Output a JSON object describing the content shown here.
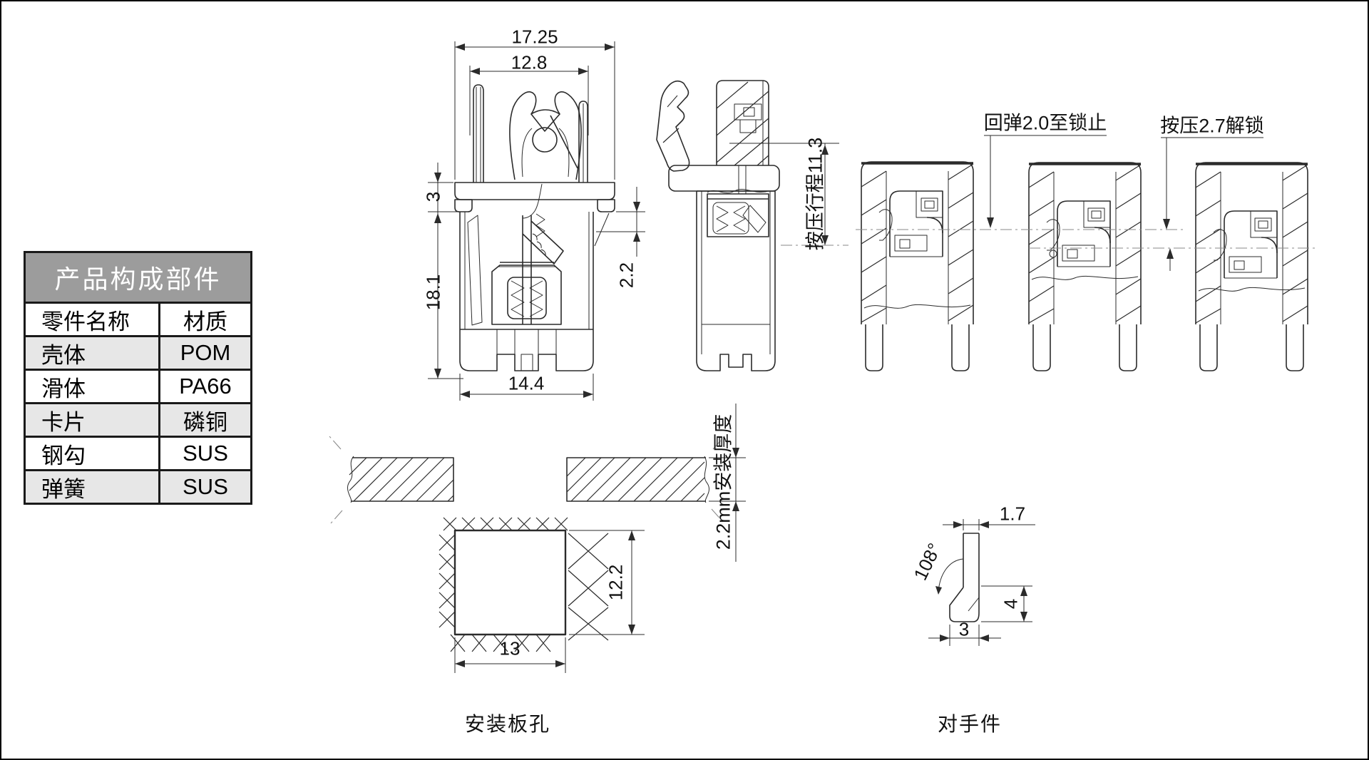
{
  "colors": {
    "line": "#2b2b2b",
    "table_header_bg": "#9c9c9c",
    "table_alt_row": "#e7e7e7"
  },
  "parts_table": {
    "title": "产品构成部件",
    "col_part": "零件名称",
    "col_material": "材质",
    "rows": [
      {
        "part": "壳体",
        "material": "POM"
      },
      {
        "part": "滑体",
        "material": "PA66"
      },
      {
        "part": "卡片",
        "material": "磷铜"
      },
      {
        "part": "钢勾",
        "material": "SUS"
      },
      {
        "part": "弹簧",
        "material": "SUS"
      }
    ]
  },
  "front_view": {
    "dim_top_width": "17.25",
    "dim_inner_width": "12.8",
    "dim_flange_height": "3",
    "dim_body_height": "18.1",
    "dim_step": "2.2",
    "dim_body_width": "14.4"
  },
  "stroke_views": {
    "press_stroke_note": "按压行程11.3",
    "rebound_note": "回弹2.0至锁止",
    "press_unlock_note": "按压2.7解锁"
  },
  "panel_hole": {
    "label": "安装板孔",
    "dim_height": "12.2",
    "dim_width": "13",
    "thickness_note": "2.2mm安装厚度"
  },
  "mating_part": {
    "label": "对手件",
    "dim_thickness": "1.7",
    "dim_angle": "108°",
    "dim_foot_height": "4",
    "dim_foot_width": "3"
  }
}
